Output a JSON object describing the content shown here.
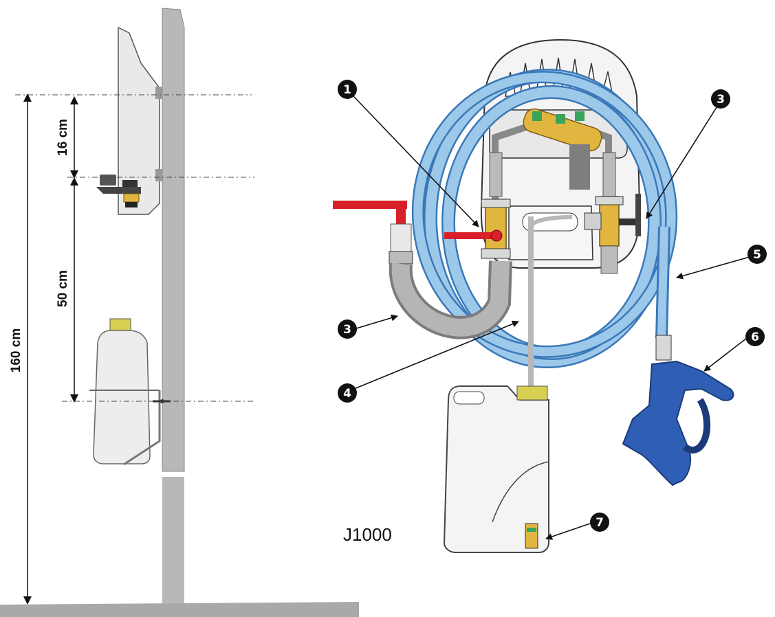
{
  "dimensions": {
    "upper_spacing": "16 cm",
    "lower_spacing": "50 cm",
    "total_height": "160 cm"
  },
  "model_label": "J1000",
  "callouts": [
    "1",
    "3",
    "3",
    "4",
    "5",
    "6",
    "7"
  ],
  "colors": {
    "hose": "#9cc8ea",
    "hose_edge": "#3a78b8",
    "brass": "#e0b640",
    "valve_red": "#d8202a",
    "gun_blue": "#2f5fb4",
    "wall_gray": "#b4b4b4",
    "suction_hose_gray": "#a6a6a6"
  }
}
